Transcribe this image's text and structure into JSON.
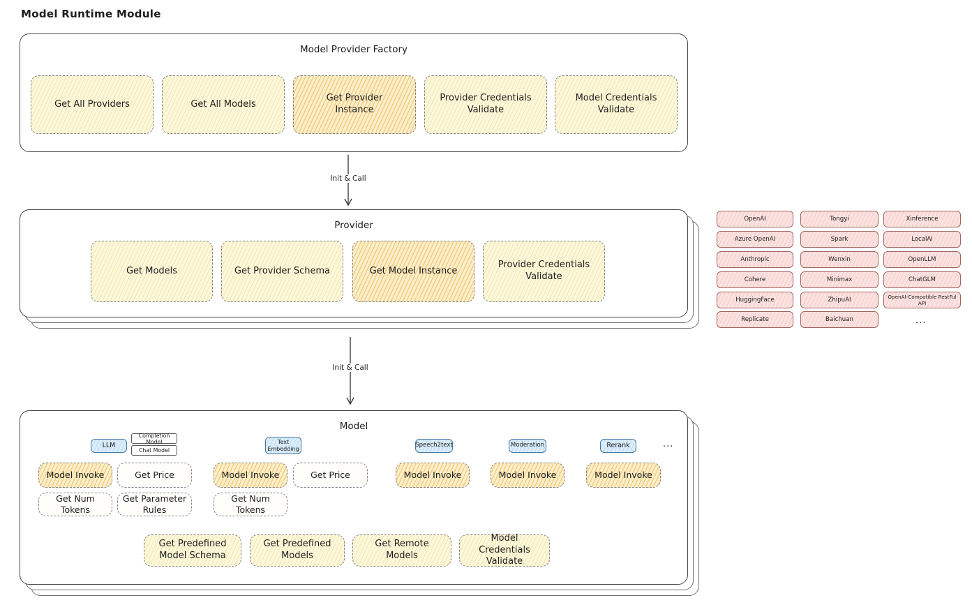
{
  "page": {
    "title": "Model Runtime Module"
  },
  "colors": {
    "node_yellow": "#fdf8dc",
    "node_highlight_orange": "#f3c469",
    "provider_chip_pink": "#fbe2e0",
    "tag_blue": "#daedfa",
    "outline": "#43464b"
  },
  "factory": {
    "title": "Model Provider Factory",
    "boxes": [
      {
        "label": "Get All Providers",
        "highlighted": false
      },
      {
        "label": "Get All Models",
        "highlighted": false
      },
      {
        "label": "Get Provider Instance",
        "highlighted": true
      },
      {
        "label": "Provider Credentials Validate",
        "highlighted": false
      },
      {
        "label": "Model Credentials Validate",
        "highlighted": false
      }
    ]
  },
  "arrows": {
    "arrow1_label": "Init & Call",
    "arrow2_label": "Init & Call"
  },
  "provider": {
    "title": "Provider",
    "boxes": [
      {
        "label": "Get Models",
        "highlighted": false
      },
      {
        "label": "Get Provider Schema",
        "highlighted": false
      },
      {
        "label": "Get Model Instance",
        "highlighted": true
      },
      {
        "label": "Provider Credentials Validate",
        "highlighted": false
      }
    ]
  },
  "providers_grid": {
    "columns": [
      [
        "OpenAI",
        "Azure OpenAI",
        "Anthropic",
        "Cohere",
        "HuggingFace",
        "Replicate"
      ],
      [
        "Tongyi",
        "Spark",
        "Wenxin",
        "Minimax",
        "ZhipuAI",
        "Baichuan"
      ],
      [
        "Xinference",
        "LocalAI",
        "OpenLLM",
        "ChatGLM",
        "OpenAI-Compatible RestFul API"
      ]
    ],
    "more": "..."
  },
  "model": {
    "title": "Model",
    "tags": {
      "llm": "LLM",
      "completion_model": "Completion Model",
      "chat_model": "Chat Model",
      "text_embedding": "Text Embedding",
      "speech2text": "Speech2text",
      "moderation": "Moderation",
      "rerank": "Rerank",
      "more": "..."
    },
    "llm": {
      "model_invoke": "Model Invoke",
      "get_price": "Get Price",
      "get_num_tokens": "Get Num Tokens",
      "get_parameter_rules": "Get Parameter Rules"
    },
    "text_embedding": {
      "model_invoke": "Model Invoke",
      "get_price": "Get Price",
      "get_num_tokens": "Get Num Tokens"
    },
    "speech2text": {
      "model_invoke": "Model Invoke"
    },
    "moderation": {
      "model_invoke": "Model Invoke"
    },
    "rerank": {
      "model_invoke": "Model Invoke"
    },
    "common": {
      "get_predefined_model_schema": "Get Predefined Model Schema",
      "get_predefined_models": "Get Predefined Models",
      "get_remote_models": "Get Remote Models",
      "model_credentials_validate": "Model Credentials Validate"
    }
  }
}
